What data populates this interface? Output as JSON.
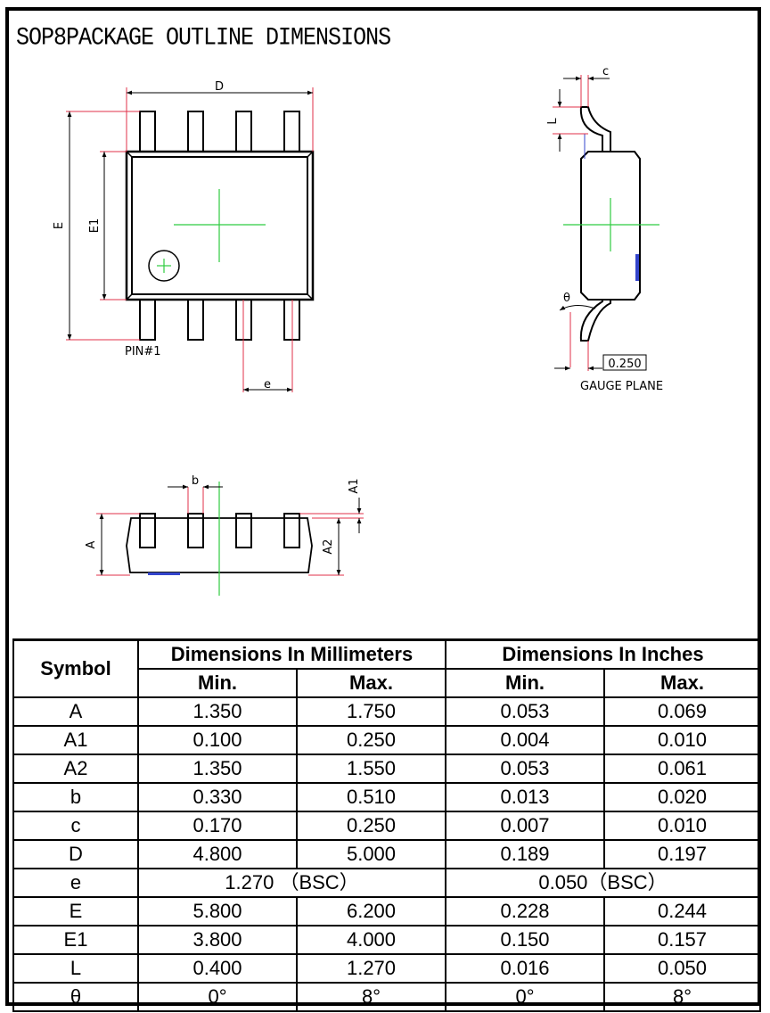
{
  "title": "SOP8PACKAGE OUTLINE DIMENSIONS",
  "drawing": {
    "label_D": "D",
    "label_E": "E",
    "label_E1": "E1",
    "label_e": "e",
    "label_pin1": "PIN#1",
    "label_c": "c",
    "label_L": "L",
    "label_theta": "θ",
    "label_gauge_value": "0.250",
    "label_gauge_plane": "GAUGE PLANE",
    "label_b": "b",
    "label_A": "A",
    "label_A1": "A1",
    "label_A2": "A2"
  },
  "table": {
    "header_symbol": "Symbol",
    "header_mm": "Dimensions In Millimeters",
    "header_in": "Dimensions In Inches",
    "header_min": "Min.",
    "header_max": "Max.",
    "rows": [
      {
        "symbol": "A",
        "mm_min": "1.350",
        "mm_max": "1.750",
        "in_min": "0.053",
        "in_max": "0.069"
      },
      {
        "symbol": "A1",
        "mm_min": "0.100",
        "mm_max": "0.250",
        "in_min": "0.004",
        "in_max": "0.010"
      },
      {
        "symbol": "A2",
        "mm_min": "1.350",
        "mm_max": "1.550",
        "in_min": "0.053",
        "in_max": "0.061"
      },
      {
        "symbol": "b",
        "mm_min": "0.330",
        "mm_max": "0.510",
        "in_min": "0.013",
        "in_max": "0.020"
      },
      {
        "symbol": "c",
        "mm_min": "0.170",
        "mm_max": "0.250",
        "in_min": "0.007",
        "in_max": "0.010"
      },
      {
        "symbol": "D",
        "mm_min": "4.800",
        "mm_max": "5.000",
        "in_min": "0.189",
        "in_max": "0.197"
      },
      {
        "symbol": "e",
        "mm_bsc": "1.270 （BSC）",
        "in_bsc": "0.050（BSC）"
      },
      {
        "symbol": "E",
        "mm_min": "5.800",
        "mm_max": "6.200",
        "in_min": "0.228",
        "in_max": "0.244"
      },
      {
        "symbol": "E1",
        "mm_min": "3.800",
        "mm_max": "4.000",
        "in_min": "0.150",
        "in_max": "0.157"
      },
      {
        "symbol": "L",
        "mm_min": "0.400",
        "mm_max": "1.270",
        "in_min": "0.016",
        "in_max": "0.050"
      },
      {
        "symbol": "θ",
        "mm_min": "0°",
        "mm_max": "8°",
        "in_min": "0°",
        "in_max": "8°"
      }
    ]
  }
}
